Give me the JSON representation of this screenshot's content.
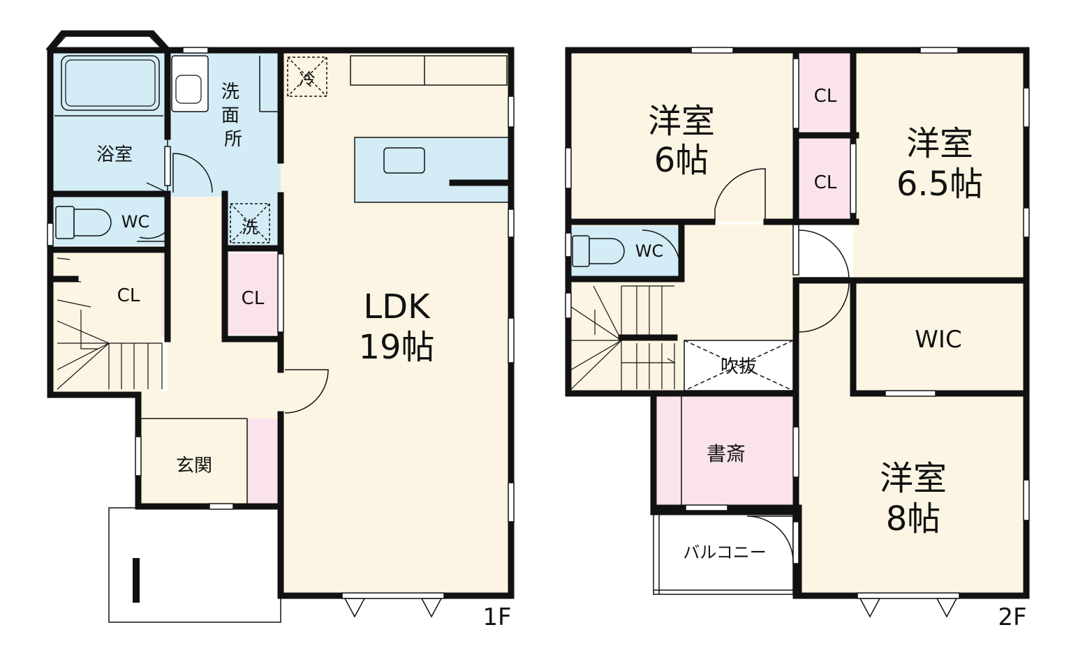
{
  "floors": [
    {
      "label": "1F",
      "rooms": {
        "bath": "浴室",
        "washroom": "洗面所",
        "fridge": "冷",
        "washer": "洗",
        "wc": "WC",
        "closet_stair": "CL",
        "closet_hall": "CL",
        "ldk_name": "LDK",
        "ldk_size": "19帖",
        "entrance": "玄関"
      }
    },
    {
      "label": "2F",
      "rooms": {
        "western1_name": "洋室",
        "western1_size": "6帖",
        "closet_a": "CL",
        "closet_b": "CL",
        "western2_name": "洋室",
        "western2_size": "6.5帖",
        "wc": "WC",
        "void": "吹抜",
        "wic": "WIC",
        "study": "書斎",
        "western3_name": "洋室",
        "western3_size": "8帖",
        "balcony": "バルコニー"
      }
    }
  ],
  "colors": {
    "wet_area": "#d3ecf6",
    "living": "#fdf5e3",
    "closet": "#fbe3ec",
    "wall": "#111111"
  }
}
